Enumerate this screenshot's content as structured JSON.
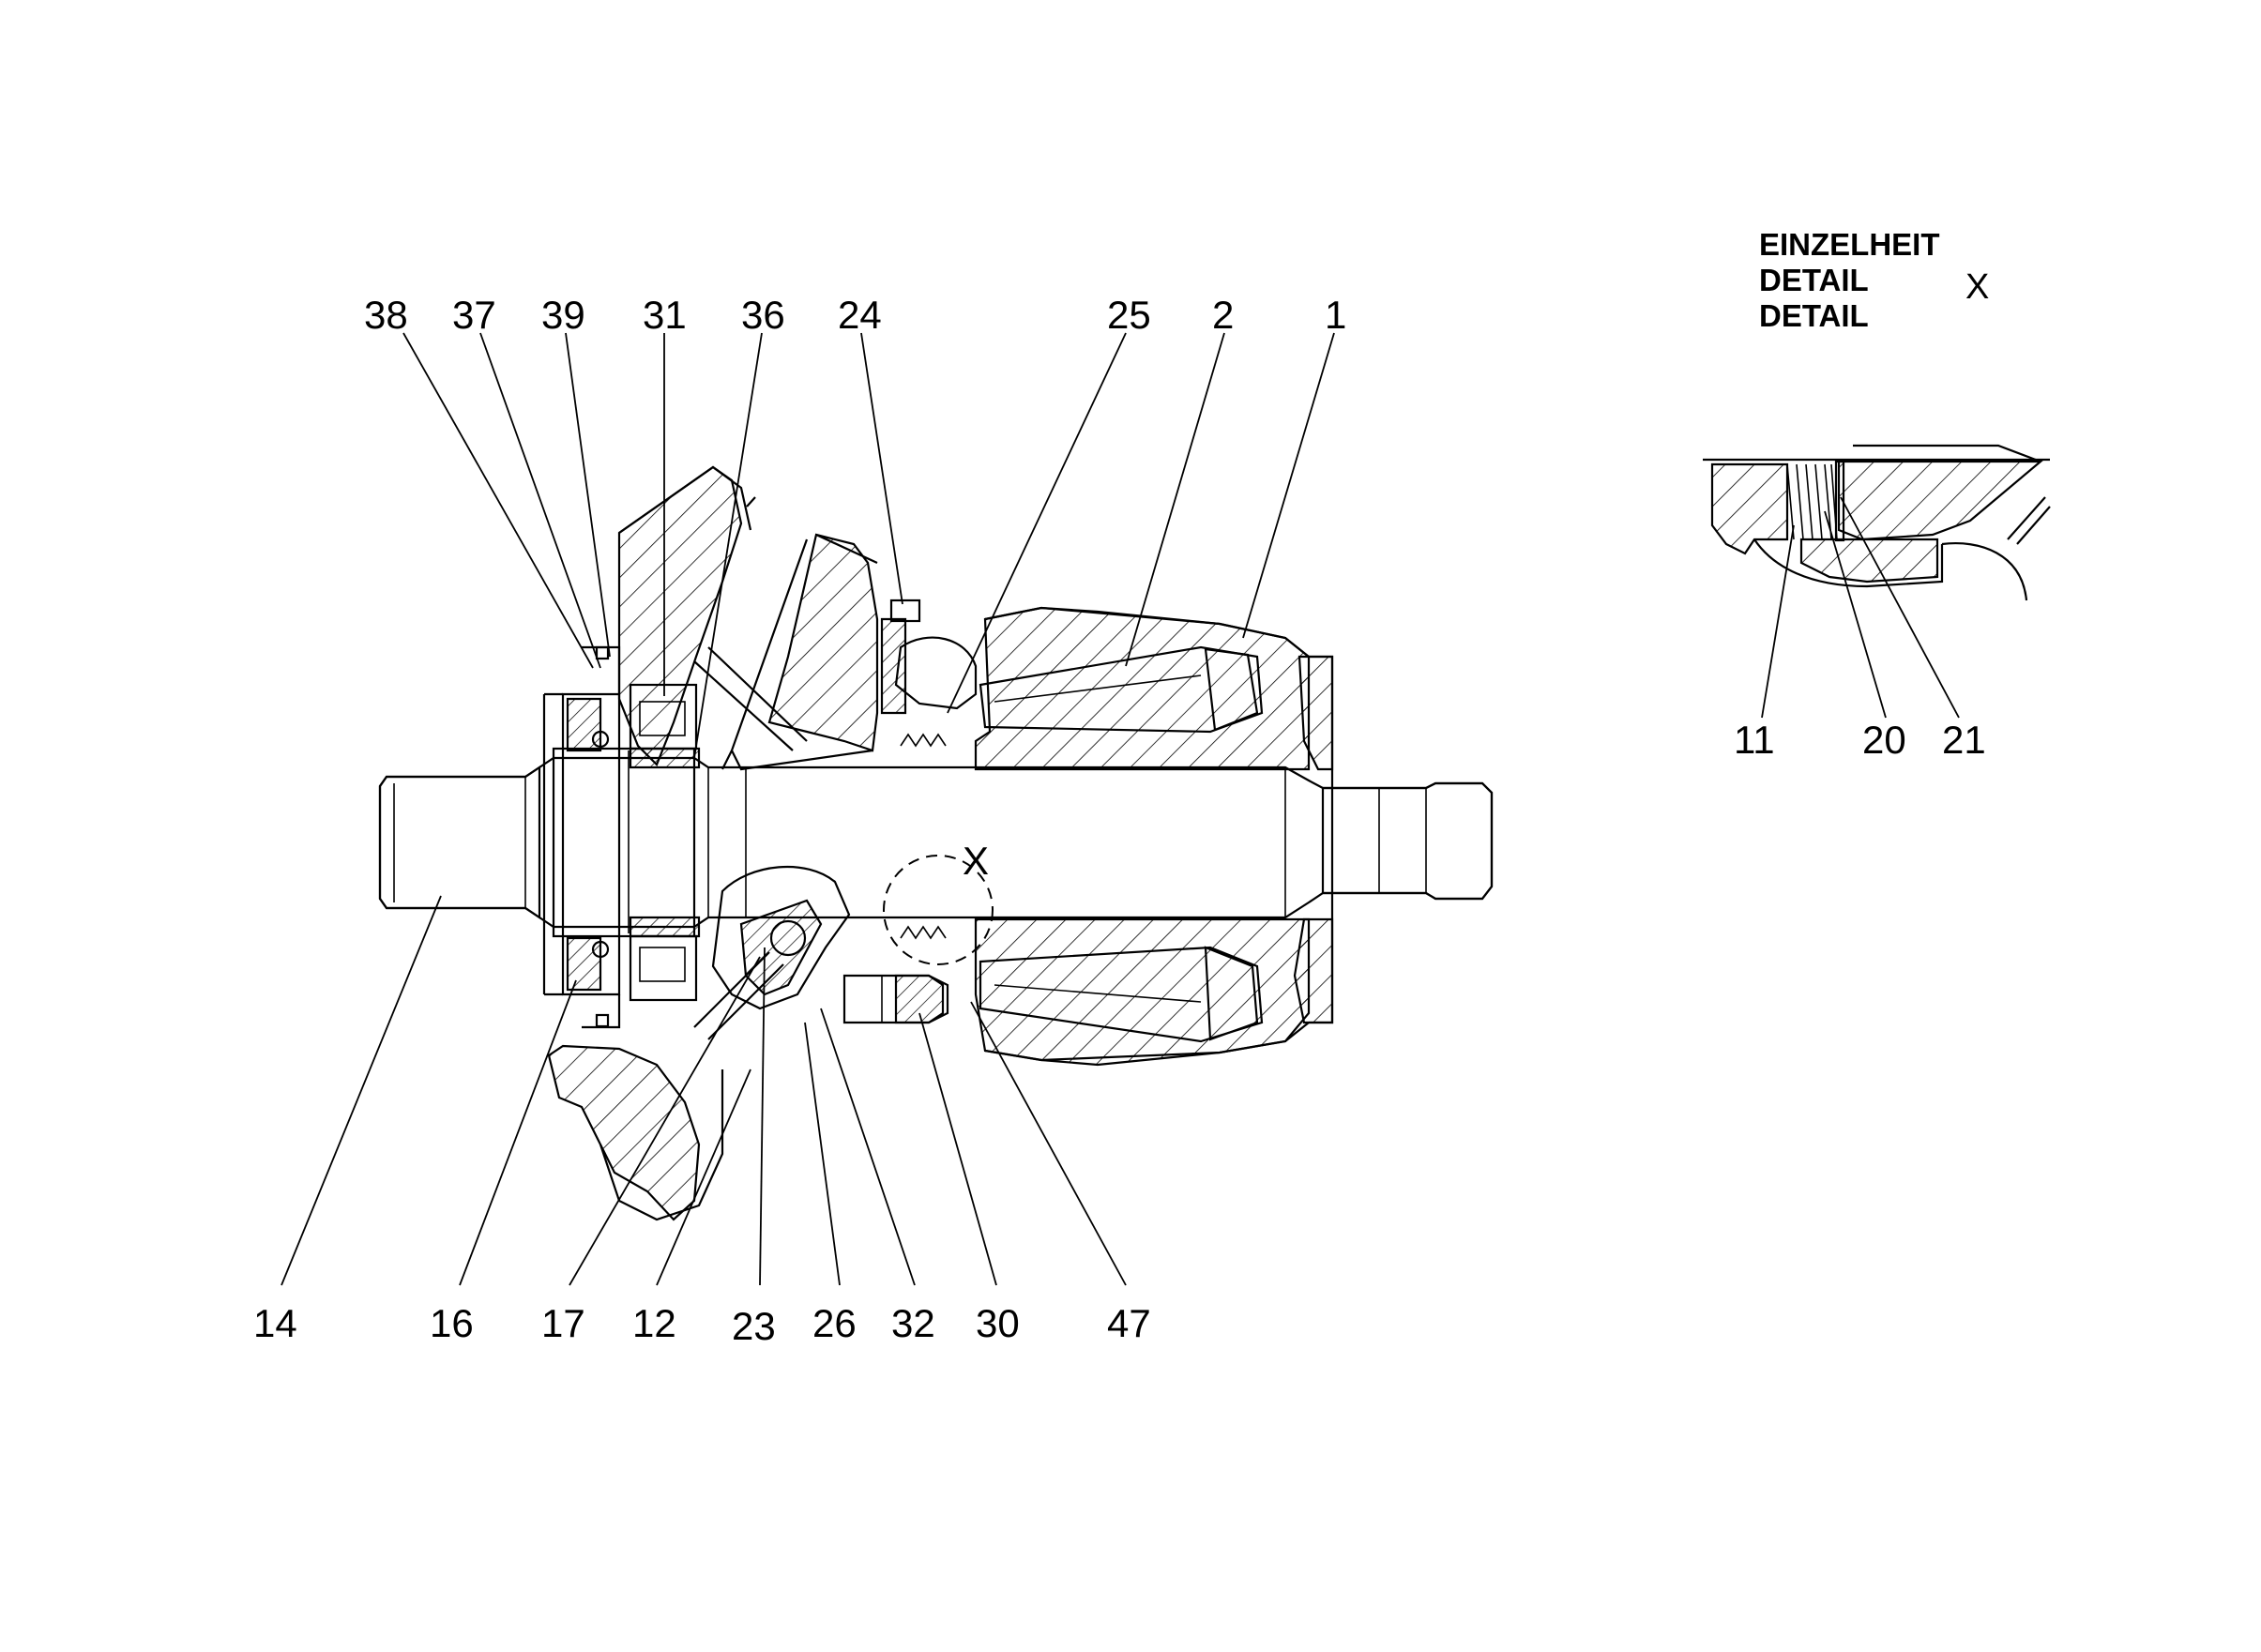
{
  "detail_title": {
    "line1": "EINZELHEIT",
    "line2": "DETAIL",
    "line3": "DETAIL",
    "ref": "X"
  },
  "detail_marker": "X",
  "callouts_top": [
    "38",
    "37",
    "39",
    "31",
    "36",
    "24",
    "25",
    "2",
    "1"
  ],
  "callouts_bottom": [
    "14",
    "16",
    "17",
    "12",
    "23",
    "26",
    "32",
    "30",
    "47"
  ],
  "callouts_detail": [
    "11",
    "20",
    "21"
  ]
}
